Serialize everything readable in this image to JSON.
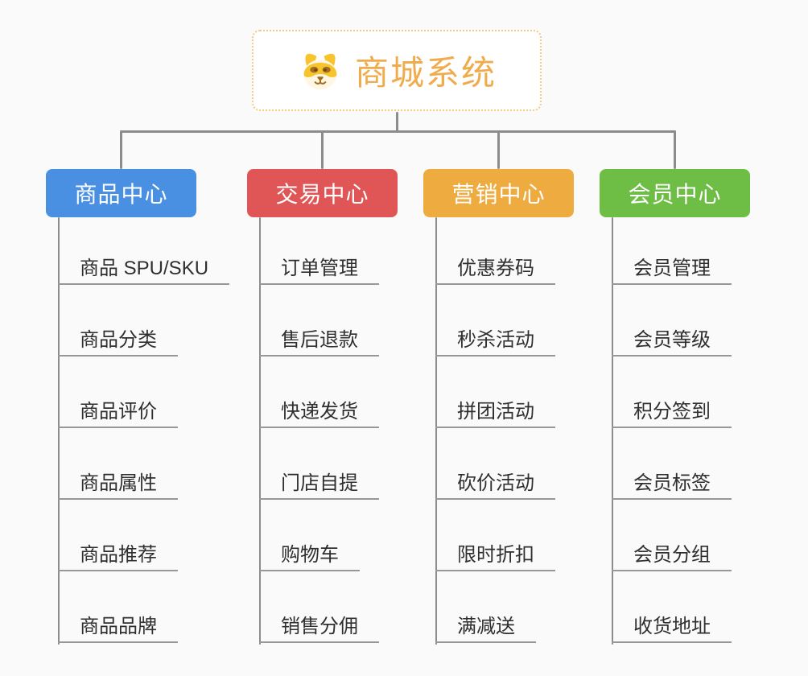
{
  "canvas": {
    "background_color": "#FAFAFA",
    "connector_color": "#8C8C8C"
  },
  "root": {
    "title": "商城系统",
    "icon": "shiba-dog-face-icon",
    "title_color": "#F0AC4C",
    "border_color": "#F6C981"
  },
  "branches": [
    {
      "label": "商品中心",
      "color": "#4A90E2",
      "children": [
        "商品 SPU/SKU",
        "商品分类",
        "商品评价",
        "商品属性",
        "商品推荐",
        "商品品牌"
      ]
    },
    {
      "label": "交易中心",
      "color": "#E05656",
      "children": [
        "订单管理",
        "售后退款",
        "快递发货",
        "门店自提",
        "购物车",
        "销售分佣"
      ]
    },
    {
      "label": "营销中心",
      "color": "#EEAC40",
      "children": [
        "优惠券码",
        "秒杀活动",
        "拼团活动",
        "砍价活动",
        "限时折扣",
        "满减送"
      ]
    },
    {
      "label": "会员中心",
      "color": "#6EBE45",
      "children": [
        "会员管理",
        "会员等级",
        "积分签到",
        "会员标签",
        "会员分组",
        "收货地址"
      ]
    }
  ]
}
